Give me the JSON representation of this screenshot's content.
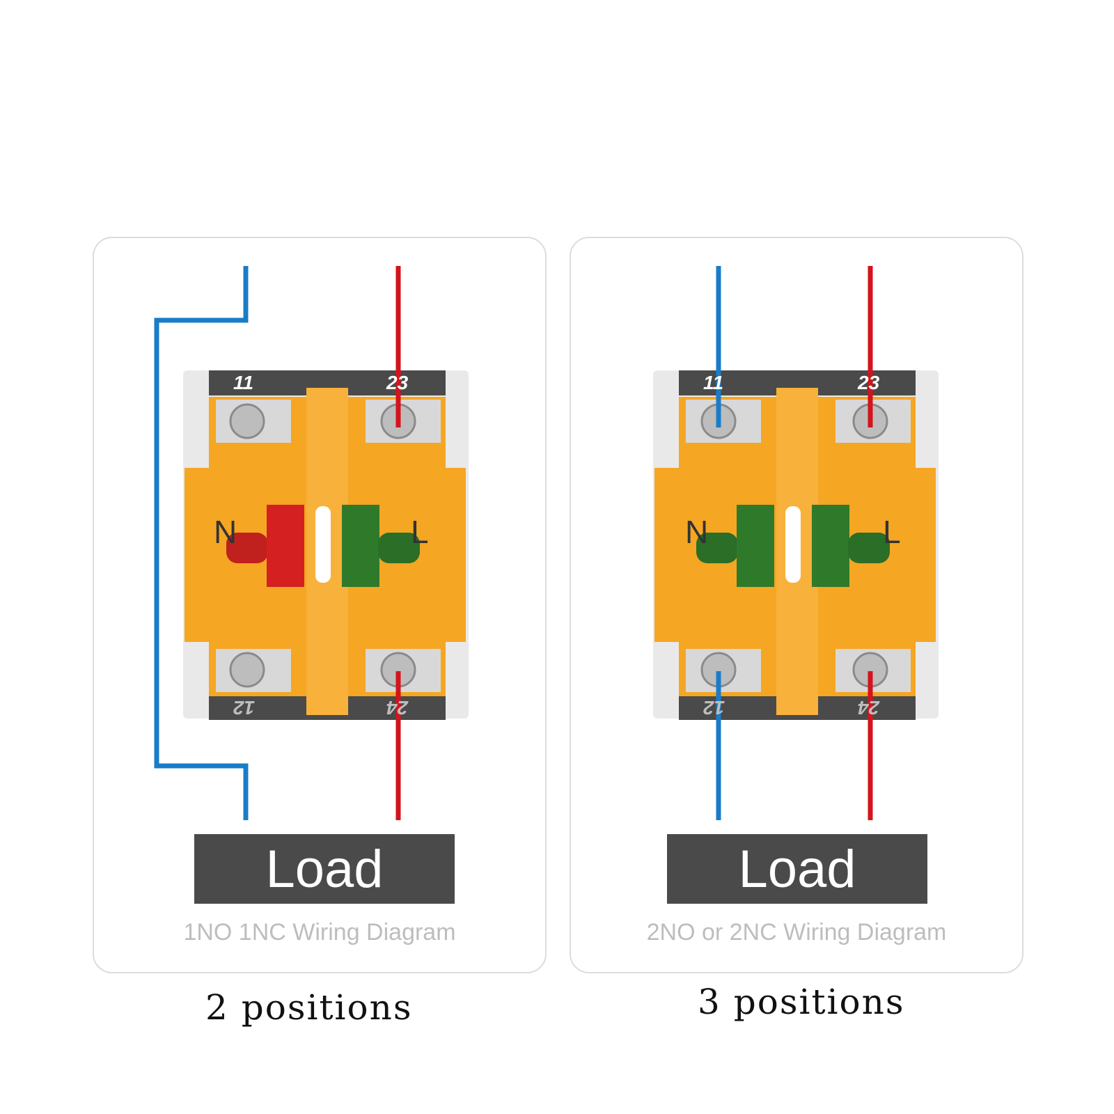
{
  "diagrams": [
    {
      "labels": {
        "neutral": "N",
        "line": "L"
      },
      "terminals": {
        "top_left": "11",
        "top_right": "23",
        "bottom_left": "12",
        "bottom_right": "24"
      },
      "load_label": "Load",
      "caption": "1NO 1NC Wiring Diagram",
      "positions_label": "2 positions"
    },
    {
      "labels": {
        "neutral": "N",
        "line": "L"
      },
      "terminals": {
        "top_left": "11",
        "top_right": "23",
        "bottom_left": "12",
        "bottom_right": "24"
      },
      "load_label": "Load",
      "caption": "2NO or 2NC Wiring Diagram",
      "positions_label": "3 positions"
    }
  ],
  "colors": {
    "neutral_wire": "#1a7cc7",
    "line_wire": "#d4141c",
    "housing": "#f5a623",
    "load_box": "#4a4a4a",
    "nc_button": "#d42020",
    "no_button": "#2f7a2a"
  }
}
